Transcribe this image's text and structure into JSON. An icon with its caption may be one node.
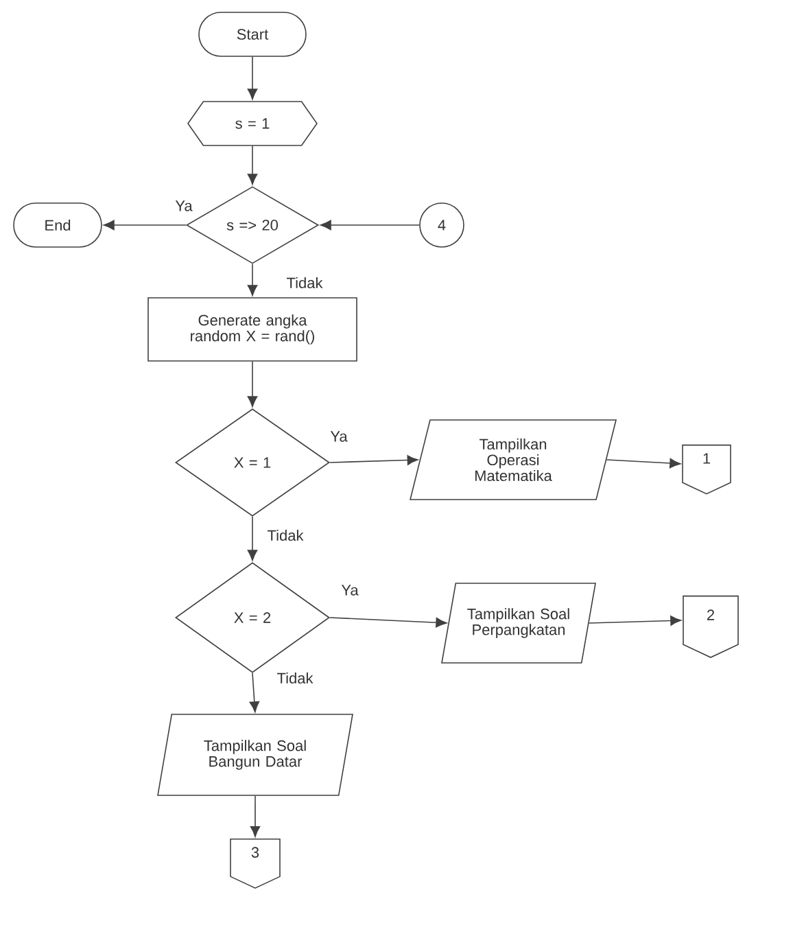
{
  "diagram": {
    "nodes": [
      {
        "text": [
          "Start"
        ]
      },
      {
        "text": [
          "s = 1"
        ]
      },
      {
        "text": [
          "End"
        ]
      },
      {
        "text": [
          "s => 20"
        ]
      },
      {
        "text": [
          "4"
        ]
      },
      {
        "text": [
          "Generate angka random X = rand()"
        ]
      },
      {
        "text": [
          "X = 1"
        ]
      },
      {
        "text": [
          "Tampilkan Operasi Matematika"
        ]
      },
      {
        "text": [
          "1"
        ]
      },
      {
        "text": [
          "X = 2"
        ]
      },
      {
        "text": [
          "Tampilkan Soal Perpangkatan"
        ]
      },
      {
        "text": [
          "2"
        ]
      },
      {
        "text": [
          "Tampilkan Soal Bangun Datar"
        ]
      },
      {
        "text": [
          "3"
        ]
      }
    ],
    "edges": [
      {
        "from": 0,
        "to": 1,
        "arrow": "to"
      },
      {
        "from": 1,
        "to": 3,
        "arrow": "to"
      },
      {
        "from": 3,
        "to": 2,
        "arrow": "to",
        "label": "Ya"
      },
      {
        "from": 4,
        "to": 3,
        "arrow": "to"
      },
      {
        "from": 3,
        "to": 5,
        "arrow": "to",
        "label": "Tidak"
      },
      {
        "from": 5,
        "to": 6,
        "arrow": "to"
      },
      {
        "from": 6,
        "to": 7,
        "arrow": "to",
        "label": "Ya"
      },
      {
        "from": 7,
        "to": 8,
        "arrow": "to"
      },
      {
        "from": 6,
        "to": 9,
        "arrow": "to",
        "label": "Tidak"
      },
      {
        "from": 9,
        "to": 10,
        "arrow": "to",
        "label": "Ya"
      },
      {
        "from": 10,
        "to": 11,
        "arrow": "to"
      },
      {
        "from": 9,
        "to": 12,
        "arrow": "to",
        "label": "Tidak"
      },
      {
        "from": 12,
        "to": 13,
        "arrow": "to"
      }
    ]
  }
}
